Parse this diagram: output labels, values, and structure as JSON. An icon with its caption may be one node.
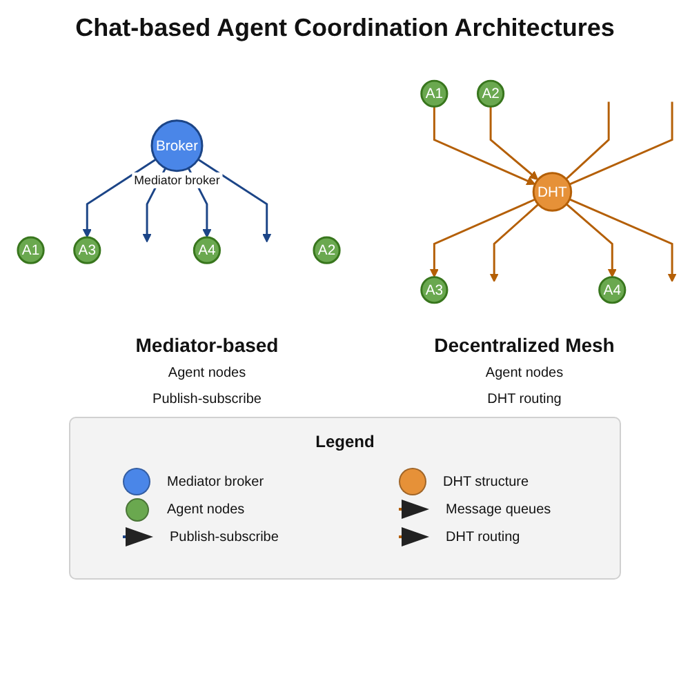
{
  "diagram": {
    "title": "Chat-based Agent Coordination Architectures",
    "nodes": [
      {
        "text": [
          "A1"
        ]
      },
      {
        "text": [
          "A2"
        ]
      },
      {
        "text": [
          "Broker"
        ],
        "beside": [
          "Mediator broker"
        ]
      },
      {
        "text": [
          "A3"
        ]
      },
      {
        "text": [
          "A4"
        ]
      },
      {
        "text": [
          "A1"
        ]
      },
      {
        "text": [
          "A2"
        ]
      },
      {
        "text": [
          "DHT"
        ]
      },
      {
        "text": [
          "A3"
        ]
      },
      {
        "text": [
          "A4"
        ]
      }
    ],
    "edges": [
      {
        "from": 2,
        "to": 3,
        "arrow": "to",
        "color": "#1c4587"
      },
      {
        "from": 2,
        "to": null,
        "arrow": "to",
        "color": "#1c4587"
      },
      {
        "from": 2,
        "to": 4,
        "arrow": "to",
        "color": "#1c4587"
      },
      {
        "from": 2,
        "to": null,
        "arrow": "to",
        "color": "#1c4587"
      },
      {
        "from": 5,
        "to": 7,
        "arrow": "to"
      },
      {
        "from": 6,
        "to": 7,
        "arrow": "to"
      },
      {
        "from": null,
        "to": 7,
        "arrow": "none"
      },
      {
        "from": null,
        "to": 7,
        "arrow": "none"
      },
      {
        "from": 7,
        "to": 8,
        "arrow": "to"
      },
      {
        "from": 7,
        "to": null,
        "arrow": "to"
      },
      {
        "from": 7,
        "to": 9,
        "arrow": "to"
      },
      {
        "from": 7,
        "to": null,
        "arrow": "to"
      }
    ],
    "labels": [
      "Mediator-based",
      "Agent nodes",
      "Publish-subscribe",
      "Decentralized Mesh",
      "Agent nodes",
      "DHT routing",
      "Legend"
    ],
    "legend": [
      {
        "text": "Mediator broker",
        "color": "#4a86e8"
      },
      {
        "text": "Agent nodes",
        "color": "#6aa84f"
      },
      {
        "text": "Publish-subscribe"
      },
      {
        "text": "DHT structure",
        "color": "#e69138"
      },
      {
        "text": "Message queues"
      },
      {
        "text": "DHT routing"
      }
    ]
  }
}
